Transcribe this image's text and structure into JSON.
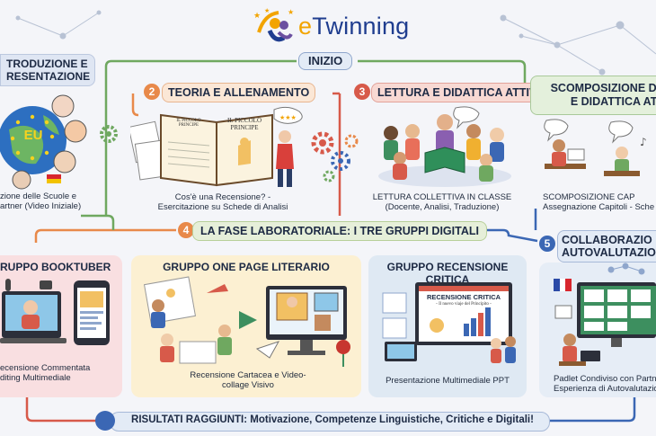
{
  "brand": {
    "logo_e": "e",
    "logo_rest": "Twinning"
  },
  "start_label": "INIZIO",
  "sections": {
    "intro": {
      "title": "TRODUZIONE E\nRESENTAZIONE",
      "badge": "EU",
      "caption": "zione delle Scuole e\nartner (Video Iniziale)"
    },
    "theory": {
      "number": "2",
      "title": "TEORIA E ALLENAMENTO",
      "book_left": "IL PICCOLO PRINCIPE",
      "book_right": "IL PICCOLO\nPRINCIPE",
      "caption": "Cos'è una Recensione? -\nEsercitazione su Schede di Analisi"
    },
    "reading": {
      "number": "3",
      "title": "LETTURA E DIDATTICA ATTIVA",
      "caption": "LETTURA COLLETTIVA IN CLASSE\n(Docente, Analisi, Traduzione)"
    },
    "decomposition": {
      "title": "SCOMPOSIZIONE DE\nE DIDATTICA ATT",
      "caption": "SCOMPOSIZIONE CAP\nAssegnazione Capitoli - Sche"
    },
    "lab": {
      "number": "4",
      "title": "LA FASE LABORATORIALE: I TRE GRUPPI DIGITALI"
    },
    "booktuber": {
      "title": "RUPPO BOOKTUBER",
      "caption": "ecensione Commentata\nditing Multimediale"
    },
    "onepage": {
      "title": "GRUPPO ONE PAGE LITERARIO",
      "caption": "Recensione Cartacea e Video-\ncollage Visivo"
    },
    "critica": {
      "title": "GRUPPO RECENSIONE CRITICA",
      "screen_title": "RECENSIONE CRITICA",
      "screen_sub": "- Il nuevo viaje del Principito -",
      "caption": "Presentazione Multimediale PPT"
    },
    "collab": {
      "number": "5",
      "title": "COLLABORAZIO\nAUTOVALUTAZION",
      "caption": "Padlet Condiviso con Partn\nEsperienza di Autovalutazion"
    }
  },
  "results": "RISULTATI RAGGIUNTI: Motivazione, Competenze Linguistiche, Critiche e Digitali!",
  "colors": {
    "accent_orange": "#e8894a",
    "accent_red": "#d75a4a",
    "accent_blue": "#3b67b4",
    "accent_green": "#6fa860",
    "navy": "#1f3d8f"
  }
}
